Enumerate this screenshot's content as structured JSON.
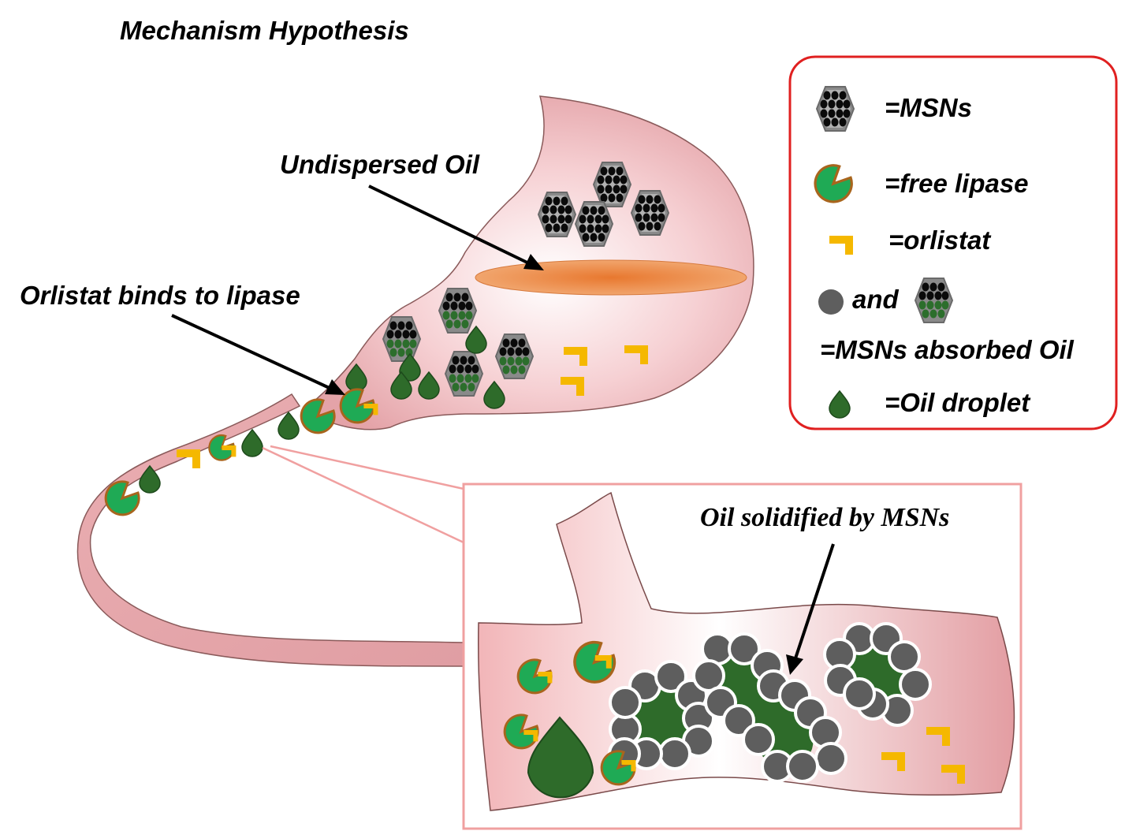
{
  "title": "Mechanism Hypothesis",
  "labels": {
    "undispersed_oil": "Undispersed Oil",
    "orlistat_binds": "Orlistat binds to lipase",
    "oil_solidified": "Oil solidified by MSNs"
  },
  "legend": {
    "msns": "=MSNs",
    "free_lipase": "=free lipase",
    "orlistat": "=orlistat",
    "and": "and",
    "msns_absorbed_oil": "=MSNs absorbed Oil",
    "oil_droplet": "=Oil droplet"
  },
  "colors": {
    "tissue": "#e7a6ab",
    "tissue_light": "#fbe9ea",
    "oil_layer": "#e9823e",
    "lipase": "#1faa55",
    "lipase_rim": "#a8651d",
    "orlistat": "#f5b800",
    "droplet": "#2e6b2a",
    "msn_particle": "#5e5e5e",
    "legend_border": "#e02020",
    "inset_border": "#f0a0a0"
  }
}
